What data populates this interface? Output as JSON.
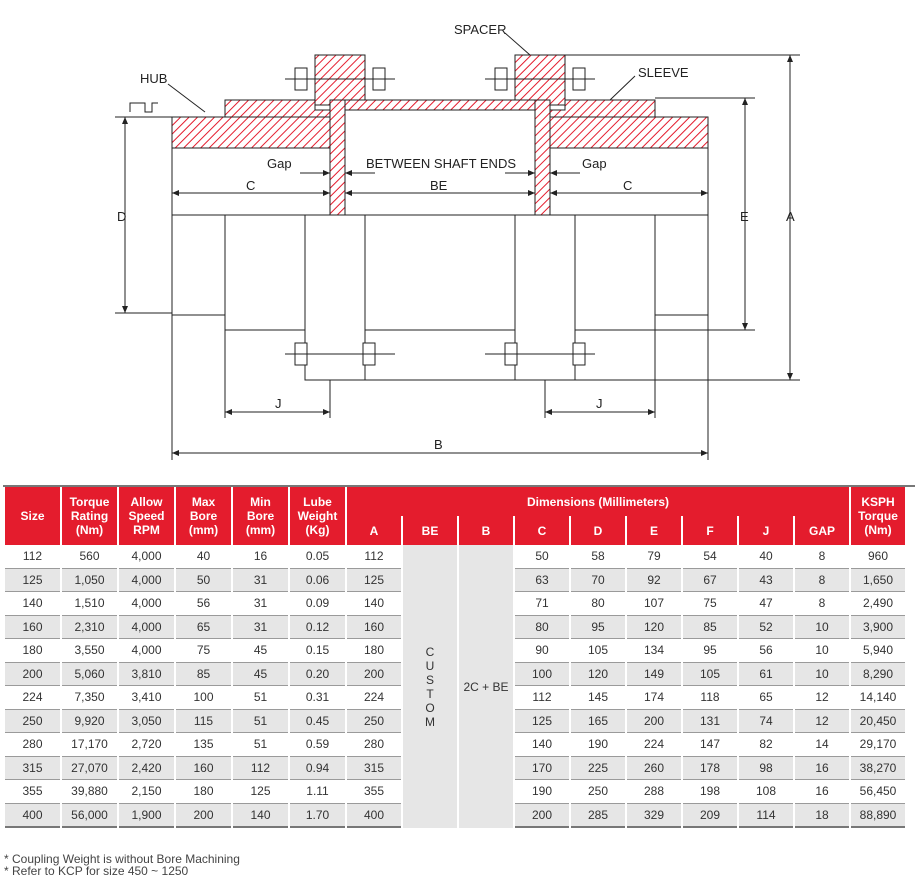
{
  "diagram": {
    "labels": {
      "hub": "HUB",
      "spacer": "SPACER",
      "sleeve": "SLEEVE",
      "gap_left": "Gap",
      "gap_right": "Gap",
      "between_shaft_ends": "BETWEEN SHAFT ENDS",
      "c_left": "C",
      "c_right": "C",
      "be": "BE",
      "d": "D",
      "e": "E",
      "a": "A",
      "b": "B",
      "j_left": "J",
      "j_right": "J"
    },
    "colors": {
      "hatch": "#e41c2d",
      "header": "#e41c2d",
      "alt_row": "#e6e6e6"
    }
  },
  "table": {
    "headers": {
      "size": "Size",
      "torque": [
        "Torque",
        "Rating",
        "(Nm)"
      ],
      "speed": [
        "Allow",
        "Speed",
        "RPM"
      ],
      "max_bore": [
        "Max",
        "Bore",
        "(mm)"
      ],
      "min_bore": [
        "Min",
        "Bore",
        "(mm)"
      ],
      "lube": [
        "Lube",
        "Weight",
        "(Kg)"
      ],
      "dimensions": "Dimensions (Millimeters)",
      "dim_cols": [
        "A",
        "BE",
        "B",
        "C",
        "D",
        "E",
        "F",
        "J",
        "GAP"
      ],
      "ksph": [
        "KSPH",
        "Torque",
        "(Nm)"
      ]
    },
    "be_value": "CUSTOM",
    "b_value": "2C + BE",
    "rows": [
      [
        "112",
        "560",
        "4,000",
        "40",
        "16",
        "0.05",
        "112",
        "50",
        "58",
        "79",
        "54",
        "40",
        "8",
        "960"
      ],
      [
        "125",
        "1,050",
        "4,000",
        "50",
        "31",
        "0.06",
        "125",
        "63",
        "70",
        "92",
        "67",
        "43",
        "8",
        "1,650"
      ],
      [
        "140",
        "1,510",
        "4,000",
        "56",
        "31",
        "0.09",
        "140",
        "71",
        "80",
        "107",
        "75",
        "47",
        "8",
        "2,490"
      ],
      [
        "160",
        "2,310",
        "4,000",
        "65",
        "31",
        "0.12",
        "160",
        "80",
        "95",
        "120",
        "85",
        "52",
        "10",
        "3,900"
      ],
      [
        "180",
        "3,550",
        "4,000",
        "75",
        "45",
        "0.15",
        "180",
        "90",
        "105",
        "134",
        "95",
        "56",
        "10",
        "5,940"
      ],
      [
        "200",
        "5,060",
        "3,810",
        "85",
        "45",
        "0.20",
        "200",
        "100",
        "120",
        "149",
        "105",
        "61",
        "10",
        "8,290"
      ],
      [
        "224",
        "7,350",
        "3,410",
        "100",
        "51",
        "0.31",
        "224",
        "112",
        "145",
        "174",
        "118",
        "65",
        "12",
        "14,140"
      ],
      [
        "250",
        "9,920",
        "3,050",
        "115",
        "51",
        "0.45",
        "250",
        "125",
        "165",
        "200",
        "131",
        "74",
        "12",
        "20,450"
      ],
      [
        "280",
        "17,170",
        "2,720",
        "135",
        "51",
        "0.59",
        "280",
        "140",
        "190",
        "224",
        "147",
        "82",
        "14",
        "29,170"
      ],
      [
        "315",
        "27,070",
        "2,420",
        "160",
        "112",
        "0.94",
        "315",
        "170",
        "225",
        "260",
        "178",
        "98",
        "16",
        "38,270"
      ],
      [
        "355",
        "39,880",
        "2,150",
        "180",
        "125",
        "1.11",
        "355",
        "190",
        "250",
        "288",
        "198",
        "108",
        "16",
        "56,450"
      ],
      [
        "400",
        "56,000",
        "1,900",
        "200",
        "140",
        "1.70",
        "400",
        "200",
        "285",
        "329",
        "209",
        "114",
        "18",
        "88,890"
      ]
    ]
  },
  "notes": [
    "* Coupling Weight is without Bore Machining",
    "* Refer to KCP for size 450 ~ 1250"
  ]
}
